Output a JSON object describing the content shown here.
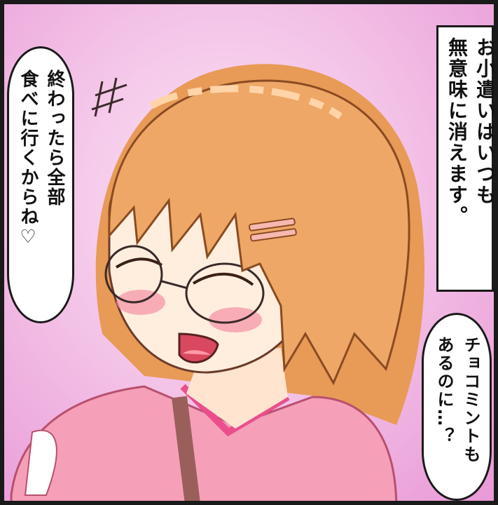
{
  "panel": {
    "narration_lines": [
      "お小遣いはいつも",
      "無意味に消えます。"
    ],
    "left_bubble_lines": [
      "終わったら全部",
      "食べに行くからね♡"
    ],
    "right_bubble_lines": [
      "チョコミントも",
      "あるのに…？"
    ]
  },
  "colors": {
    "background": "#f4c4e8",
    "hair": "#eea766",
    "skin": "#ffeede",
    "shirt": "#f59fb8"
  },
  "icons": {
    "annoyance": "hash-mark-icon"
  }
}
